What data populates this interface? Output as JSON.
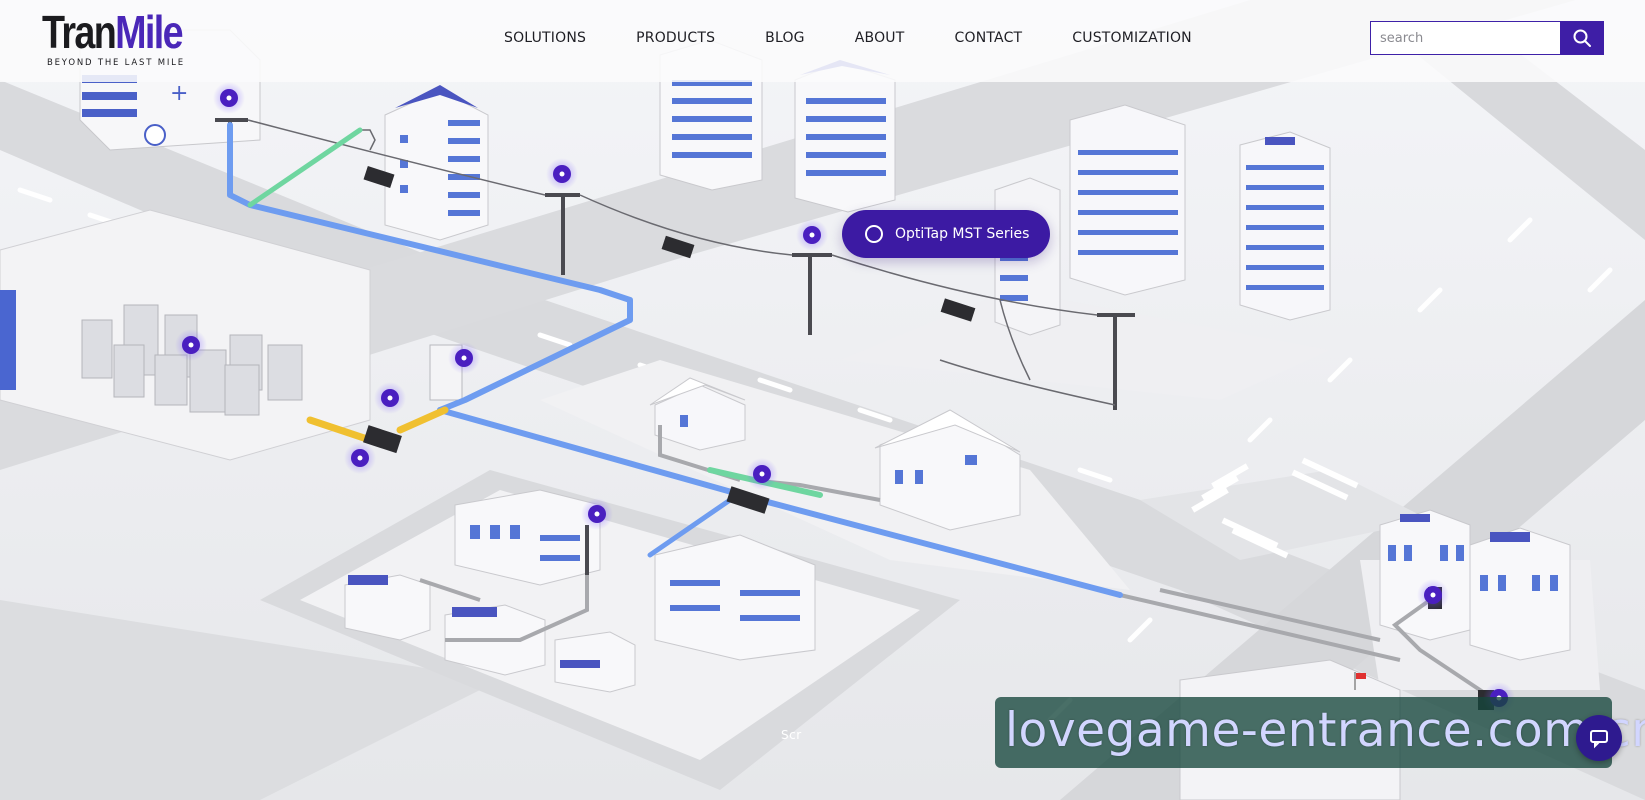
{
  "brand": {
    "logo_word_left": "Tran",
    "logo_word_right": "Mile",
    "tagline": "BEYOND THE LAST MILE",
    "accent_color": "#3e1ea6",
    "brand_purple": "#4a27b8"
  },
  "nav": {
    "items": [
      {
        "label": "SOLUTIONS"
      },
      {
        "label": "PRODUCTS"
      },
      {
        "label": "BLOG"
      },
      {
        "label": "ABOUT"
      },
      {
        "label": "CONTACT"
      },
      {
        "label": "CUSTOMIZATION"
      }
    ]
  },
  "search": {
    "placeholder": "search",
    "value": "",
    "icon": "search-icon"
  },
  "scene": {
    "active_product_label": "OptiTap MST Series",
    "scroll_hint": "Scr",
    "hotspot_color": "#4a1fc0",
    "fiber_color": "#6e9cf0"
  },
  "watermark": {
    "text": "lovegame-entrance.com.cn"
  },
  "chat": {
    "icon": "chat-icon"
  }
}
